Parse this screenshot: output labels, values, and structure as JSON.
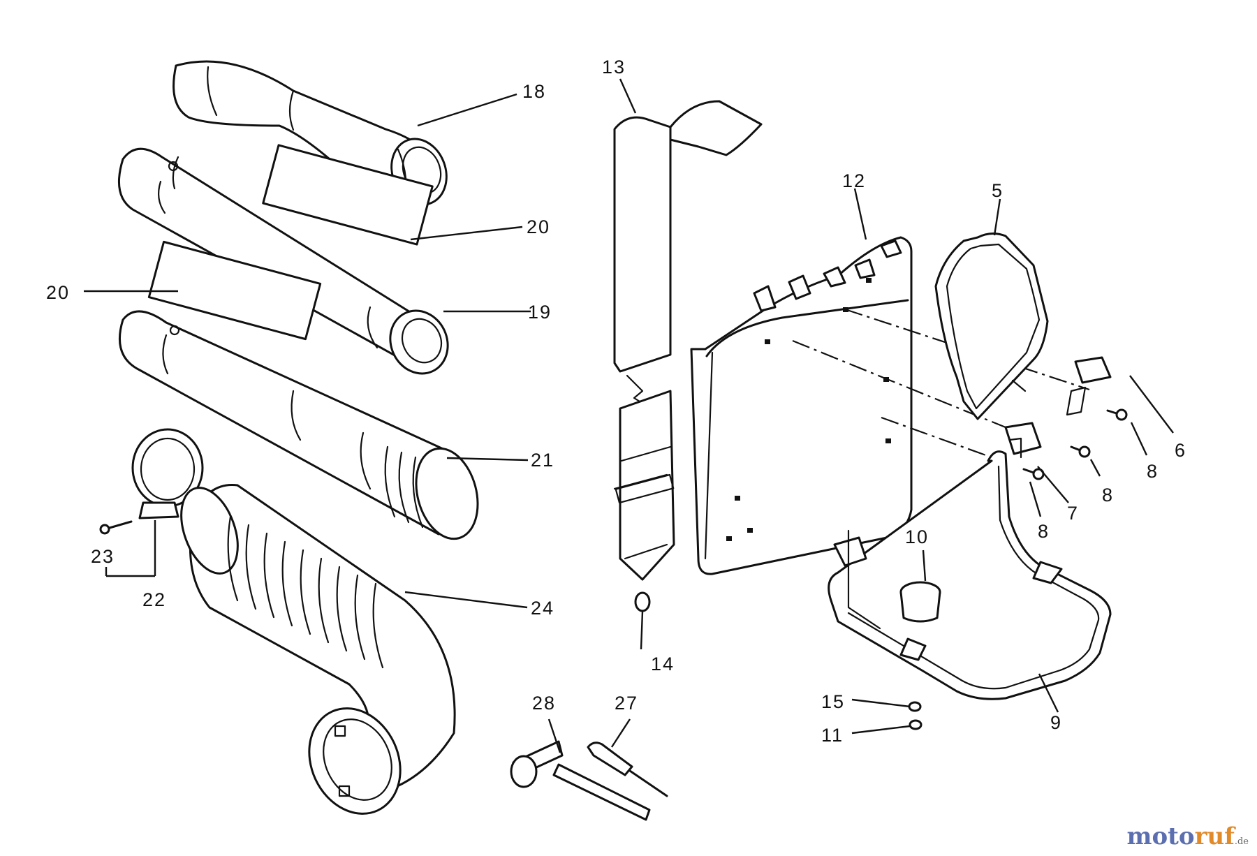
{
  "callouts": {
    "c5": "5",
    "c6": "6",
    "c7": "7",
    "c8a": "8",
    "c8b": "8",
    "c8c": "8",
    "c9": "9",
    "c10": "10",
    "c11": "11",
    "c12": "12",
    "c13": "13",
    "c14": "14",
    "c15": "15",
    "c18": "18",
    "c19": "19",
    "c20a": "20",
    "c20b": "20",
    "c21": "21",
    "c22": "22",
    "c23": "23",
    "c24": "24",
    "c27": "27",
    "c28": "28"
  },
  "watermark": {
    "part1": "moto",
    "part2": "ruf",
    "suffix": ".de",
    "color1": "#5b6fb0",
    "color2": "#e08a2a"
  }
}
